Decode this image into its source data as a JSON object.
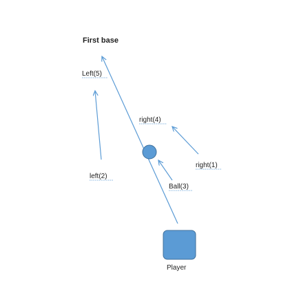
{
  "labels": {
    "first_base": "First base",
    "left5": "Left(5)",
    "right4": "right(4)",
    "right1": "right(1)",
    "left2": "left(2)",
    "ball3": "Ball(3)",
    "player": "Player"
  },
  "colors": {
    "line": "#5b9bd5",
    "fill": "#5b9bd5",
    "stroke_dark": "#41719c",
    "text": "#1f1f1f"
  }
}
